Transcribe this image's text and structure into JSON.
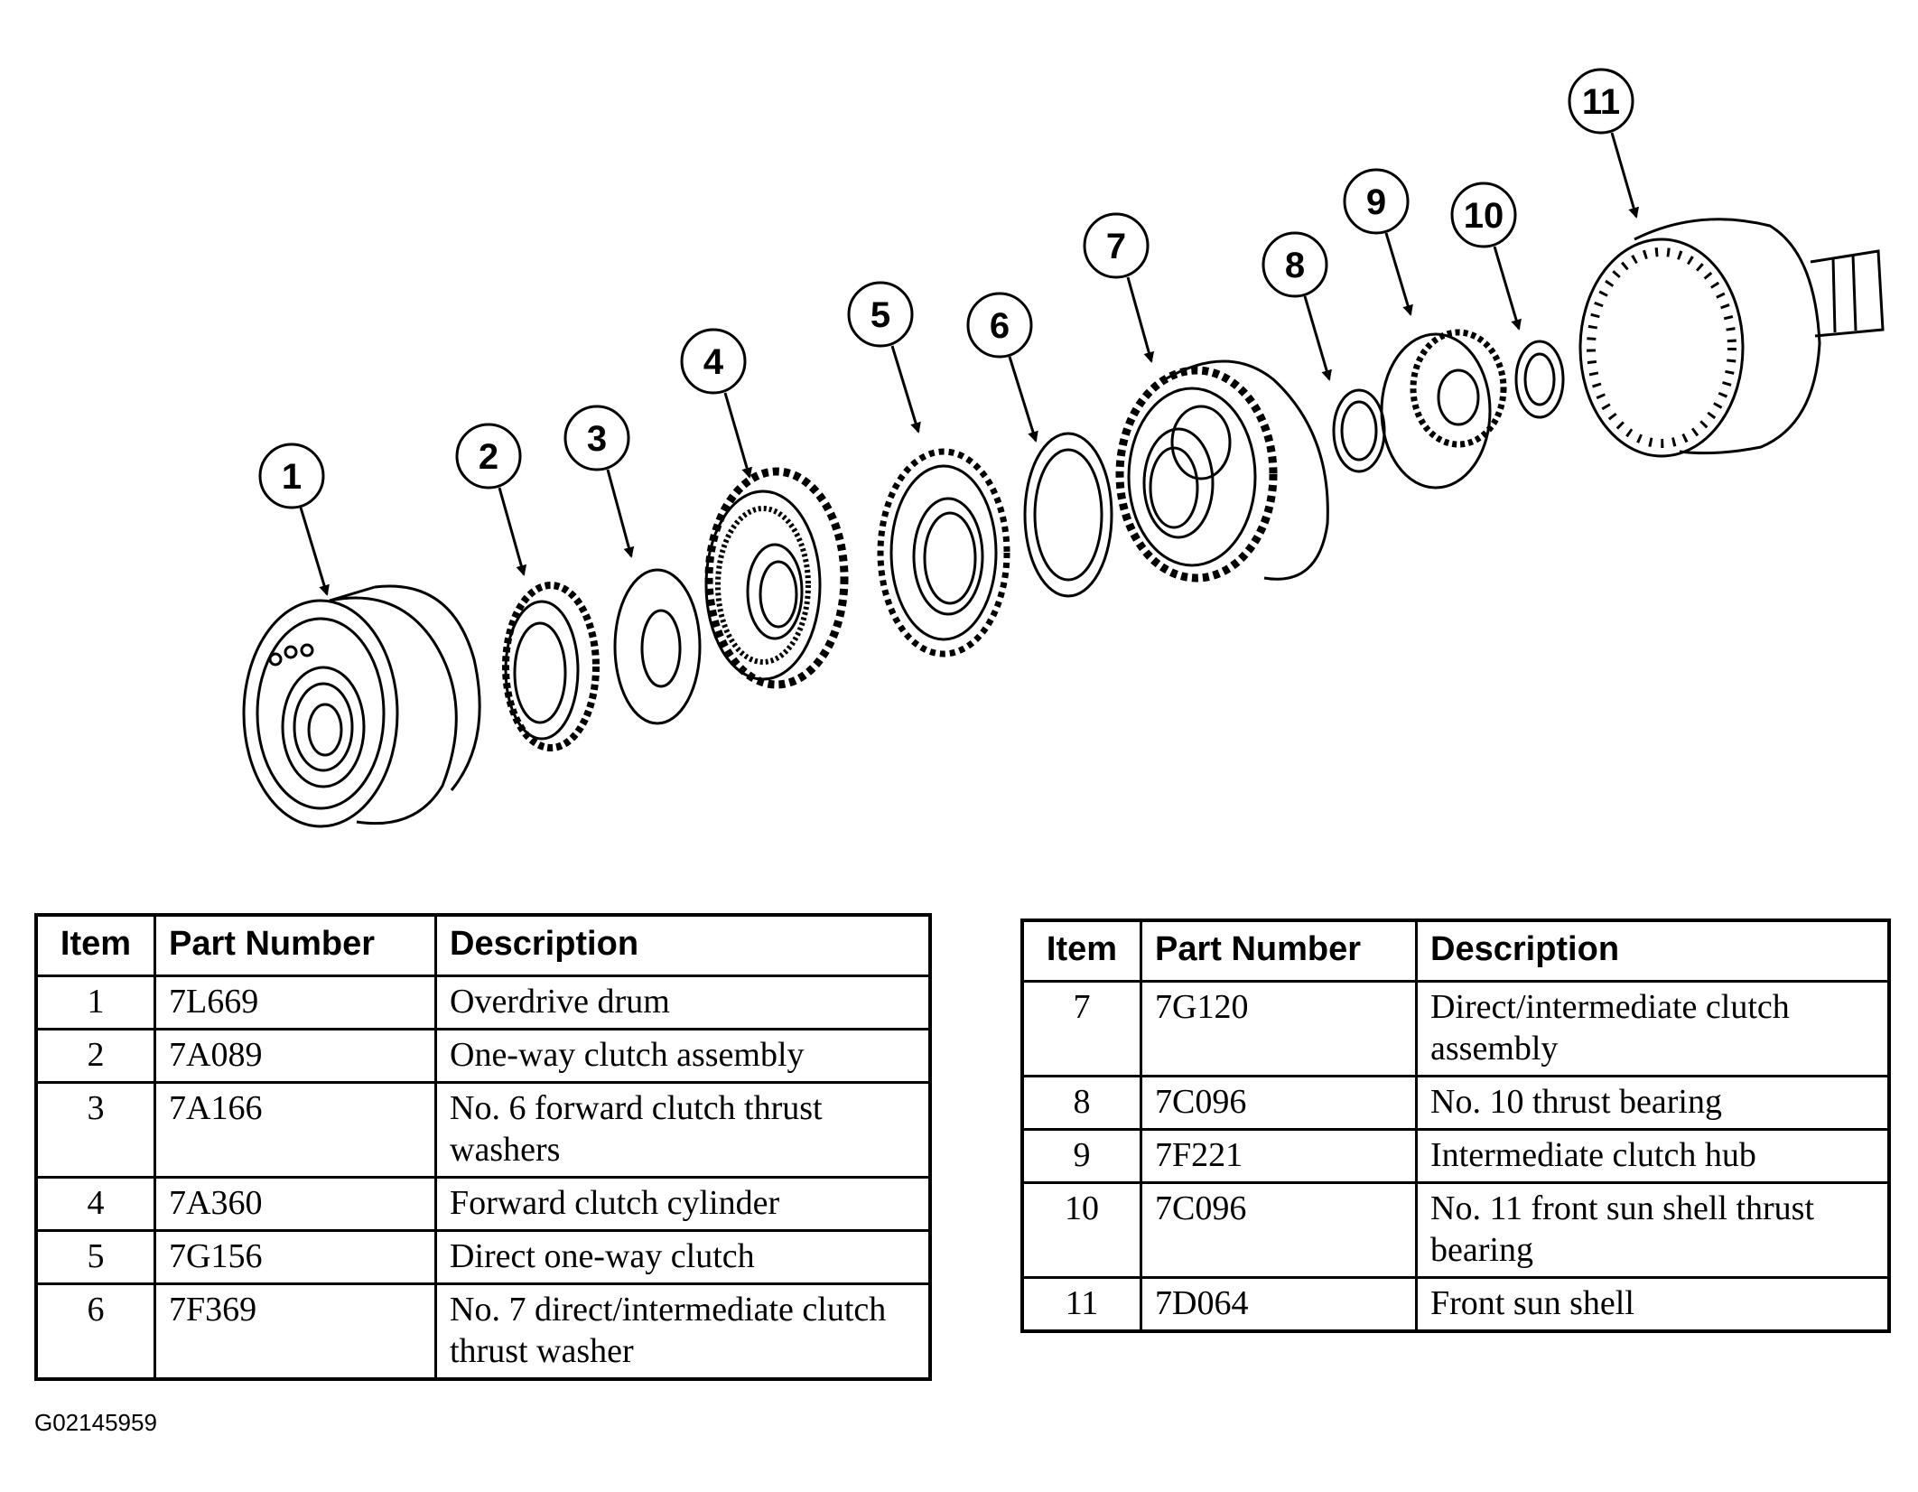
{
  "callouts": [
    "1",
    "2",
    "3",
    "4",
    "5",
    "6",
    "7",
    "8",
    "9",
    "10",
    "11"
  ],
  "tables": {
    "left": {
      "headers": [
        "Item",
        "Part Number",
        "Description"
      ],
      "rows": [
        {
          "item": "1",
          "part": "7L669",
          "desc": "Overdrive drum"
        },
        {
          "item": "2",
          "part": "7A089",
          "desc": "One-way clutch assembly"
        },
        {
          "item": "3",
          "part": "7A166",
          "desc": "No. 6 forward clutch thrust washers"
        },
        {
          "item": "4",
          "part": "7A360",
          "desc": "Forward clutch cylinder"
        },
        {
          "item": "5",
          "part": "7G156",
          "desc": "Direct one-way clutch"
        },
        {
          "item": "6",
          "part": "7F369",
          "desc": "No. 7 direct/intermediate clutch thrust washer"
        }
      ]
    },
    "right": {
      "headers": [
        "Item",
        "Part Number",
        "Description"
      ],
      "rows": [
        {
          "item": "7",
          "part": "7G120",
          "desc": "Direct/intermediate clutch assembly"
        },
        {
          "item": "8",
          "part": "7C096",
          "desc": "No. 10 thrust bearing"
        },
        {
          "item": "9",
          "part": "7F221",
          "desc": "Intermediate clutch hub"
        },
        {
          "item": "10",
          "part": "7C096",
          "desc": "No. 11 front sun shell thrust bearing"
        },
        {
          "item": "11",
          "part": "7D064",
          "desc": "Front sun shell"
        }
      ]
    }
  },
  "figure_code": "G02145959"
}
